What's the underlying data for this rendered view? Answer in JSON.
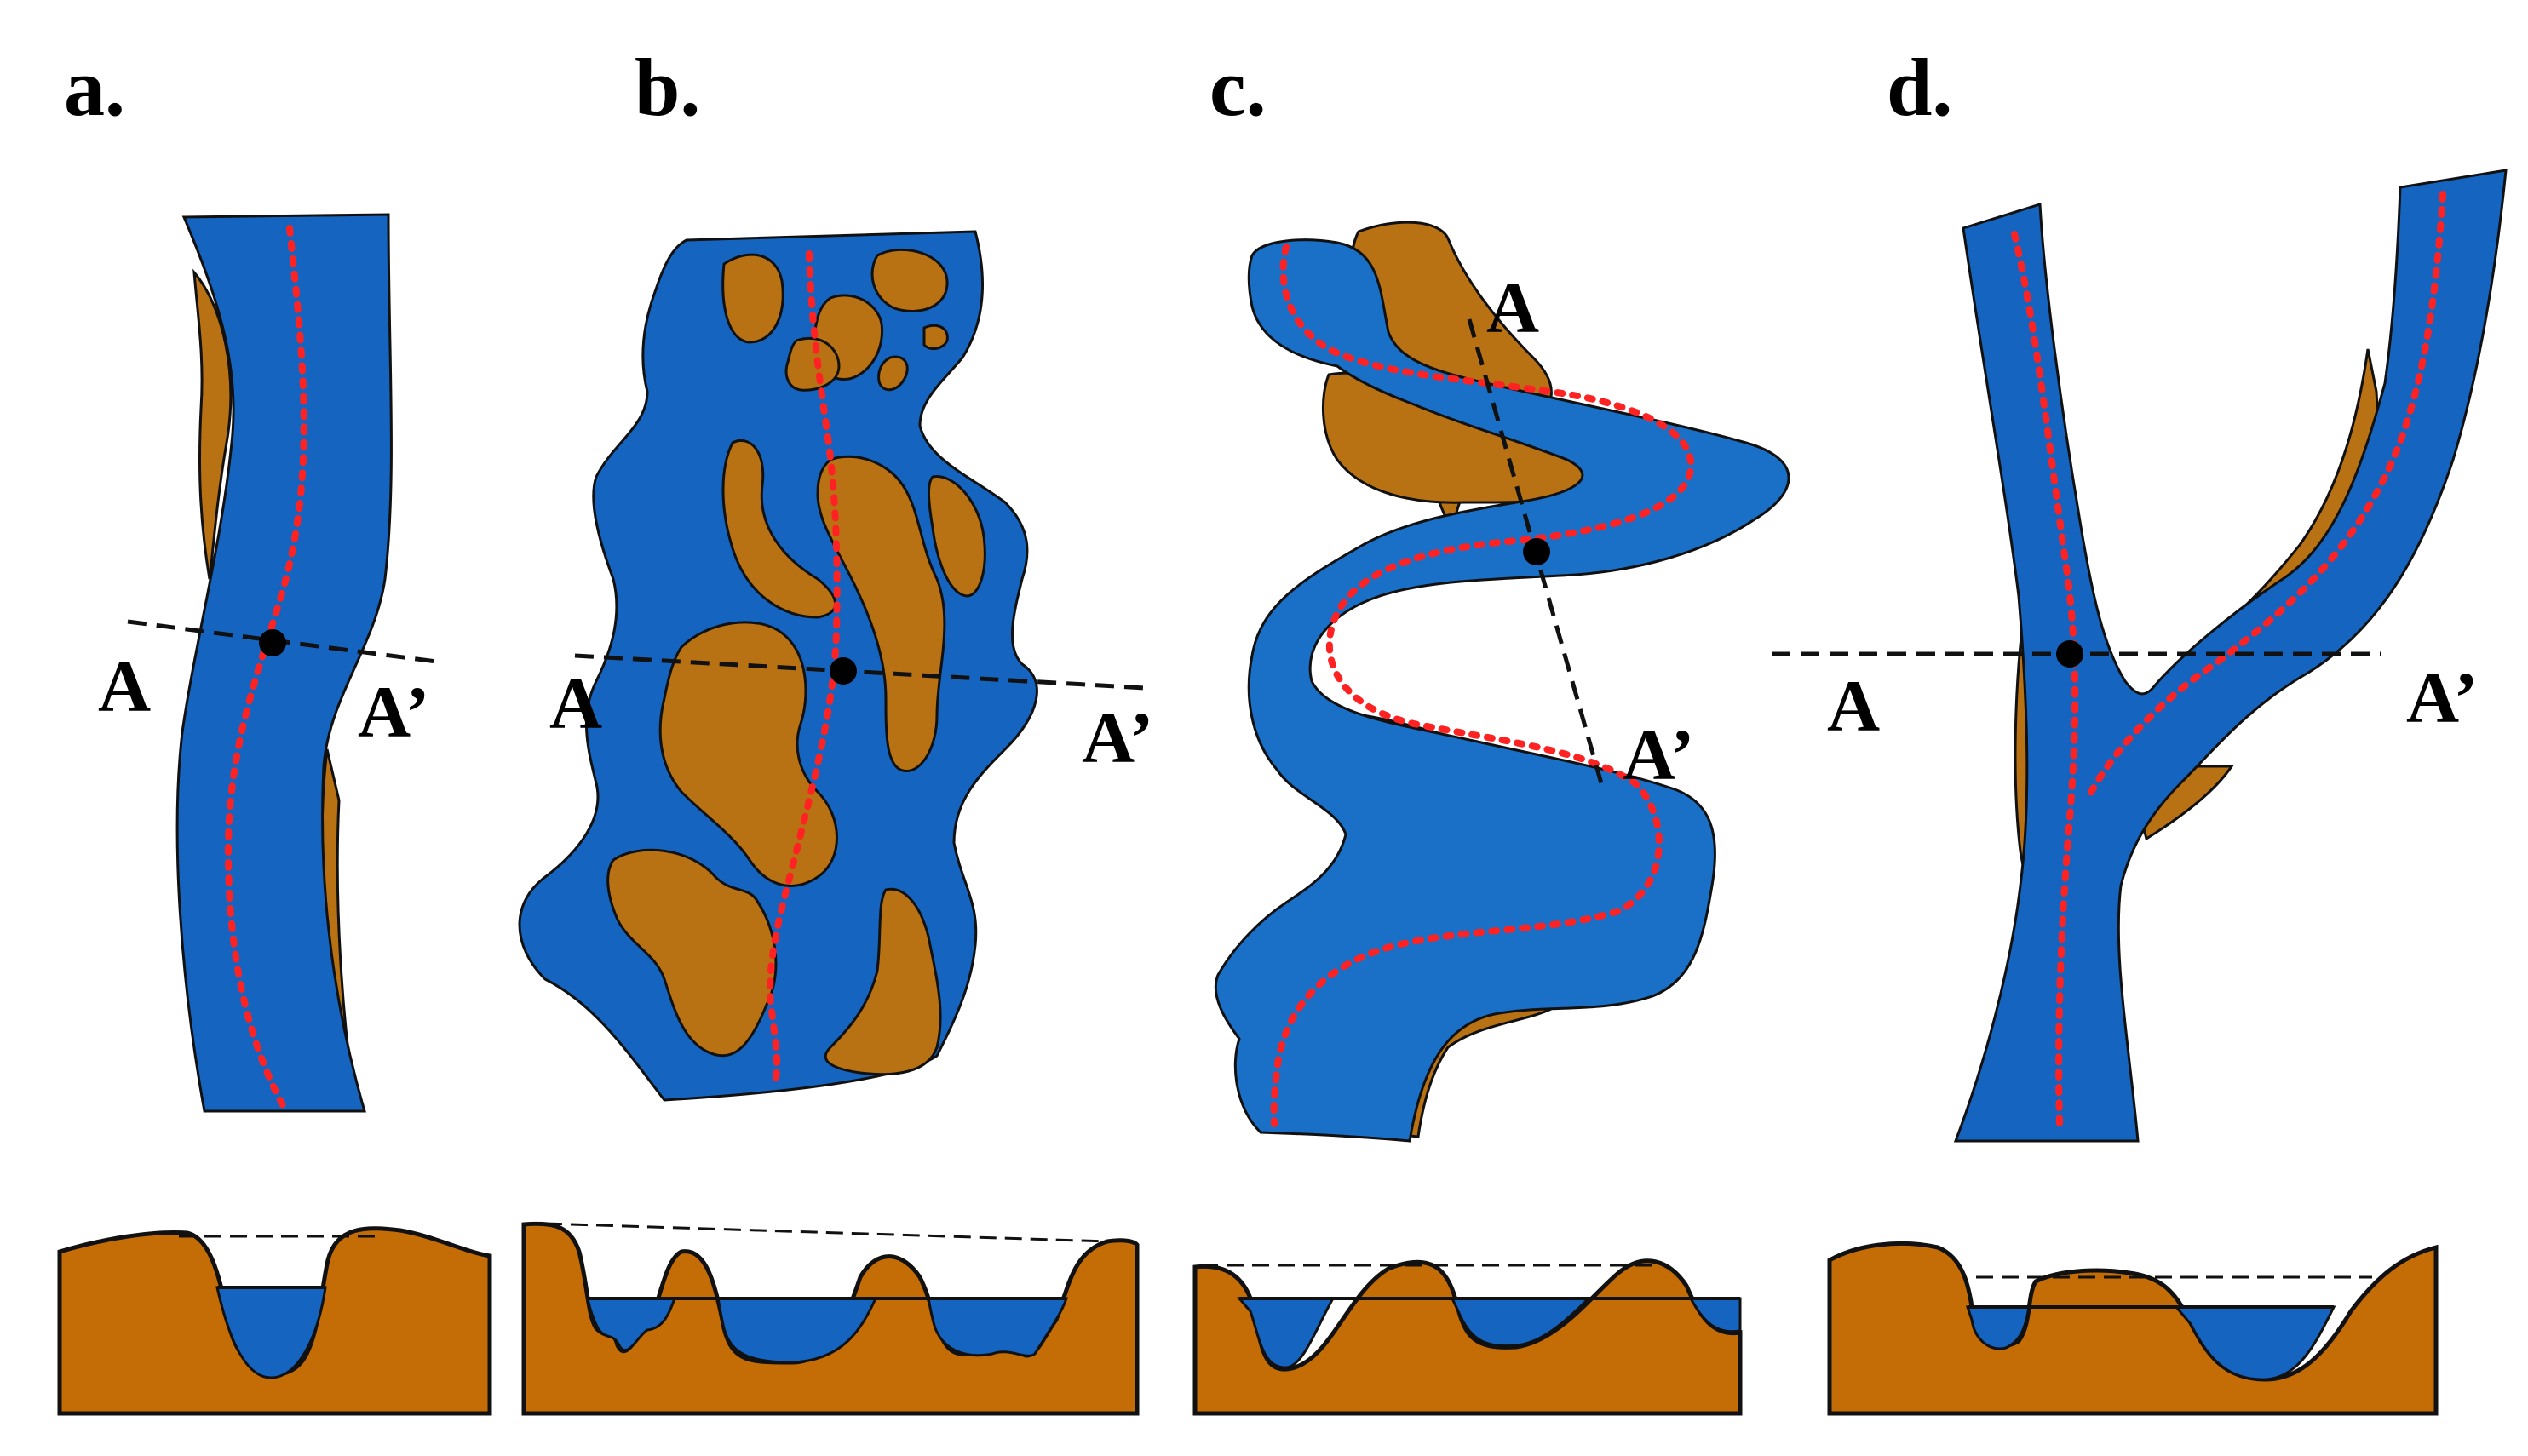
{
  "panels": [
    {
      "id": "a",
      "label": "a.",
      "section_start": "A",
      "section_end": "A’"
    },
    {
      "id": "b",
      "label": "b.",
      "section_start": "A",
      "section_end": "A’"
    },
    {
      "id": "c",
      "label": "c.",
      "section_start": "A",
      "section_end": "A’"
    },
    {
      "id": "d",
      "label": "d.",
      "section_start": "A",
      "section_end": "A’"
    }
  ],
  "colors": {
    "water": "#1565c0",
    "bar_sediment": "#b87214",
    "bank_sediment": "#c46d06",
    "thalweg": "#ff2222",
    "outline": "#111111"
  }
}
